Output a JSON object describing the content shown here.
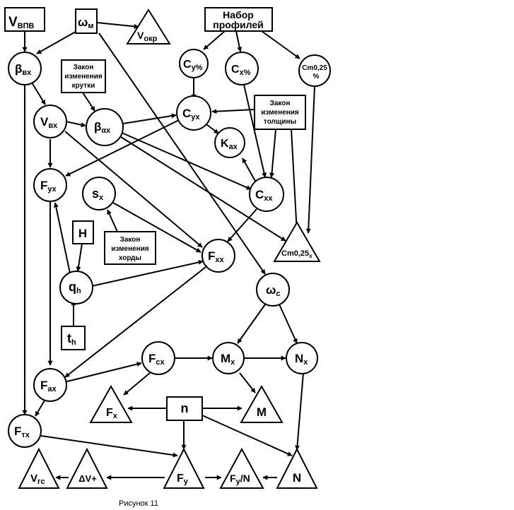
{
  "caption": "Рисунок  11",
  "nodes": {
    "vvpv": {
      "main": "V",
      "sub": "ВПВ"
    },
    "omega_m": {
      "main": "ω",
      "sub": "м"
    },
    "v_okr": {
      "main": "V",
      "sub": "окр"
    },
    "profile_set": {
      "line1": "Набор",
      "line2": "профилей"
    },
    "beta_vx": {
      "main": "β",
      "sub": "вх"
    },
    "cy_pct": {
      "main": "C",
      "sub": "y%"
    },
    "cx_pct": {
      "main": "C",
      "sub": "x%"
    },
    "cm025_pct": {
      "line1": "Cm0,25",
      "line2": "%"
    },
    "twist_law": {
      "line1": "Закон",
      "line2": "изменения",
      "line3": "крутки"
    },
    "v_vx": {
      "main": "V",
      "sub": "вх"
    },
    "beta_ax": {
      "main": "β",
      "sub": "αх"
    },
    "cyx": {
      "main": "C",
      "sub": "yx"
    },
    "thickness_law": {
      "line1": "Закон",
      "line2": "изменения",
      "line3": "толщины"
    },
    "kax": {
      "main": "K",
      "sub": "ах"
    },
    "fyx": {
      "main": "F",
      "sub": "yx"
    },
    "sx": {
      "main": "s",
      "sub": "x"
    },
    "cxx": {
      "main": "C",
      "sub": "xx"
    },
    "h": {
      "main": "H"
    },
    "chord_law": {
      "line1": "Закон",
      "line2": "изменения",
      "line3": "хорды"
    },
    "cm025x": {
      "main": "Cm0,25",
      "sub": "x"
    },
    "fxx": {
      "main": "F",
      "sub": "xx"
    },
    "qh": {
      "main": "q",
      "sub": "h"
    },
    "omega_c": {
      "main": "ω",
      "sub": "c"
    },
    "th": {
      "main": "t",
      "sub": "h"
    },
    "fcx": {
      "main": "F",
      "sub": "cx"
    },
    "mx": {
      "main": "M",
      "sub": "x"
    },
    "nx": {
      "main": "N",
      "sub": "x"
    },
    "fax": {
      "main": "F",
      "sub": "ax"
    },
    "fx": {
      "main": "F",
      "sub": "x"
    },
    "n": {
      "main": "n"
    },
    "m": {
      "main": "M"
    },
    "ftx": {
      "main": "F",
      "sub": "тх"
    },
    "vgc": {
      "main": "V",
      "sub": "гс"
    },
    "dv": {
      "main": "ΔV+"
    },
    "fy": {
      "main": "F",
      "sub": "y"
    },
    "fy_n": {
      "main": "F",
      "sub": "y",
      "rest": "/N"
    },
    "big_n": {
      "main": "N"
    }
  }
}
